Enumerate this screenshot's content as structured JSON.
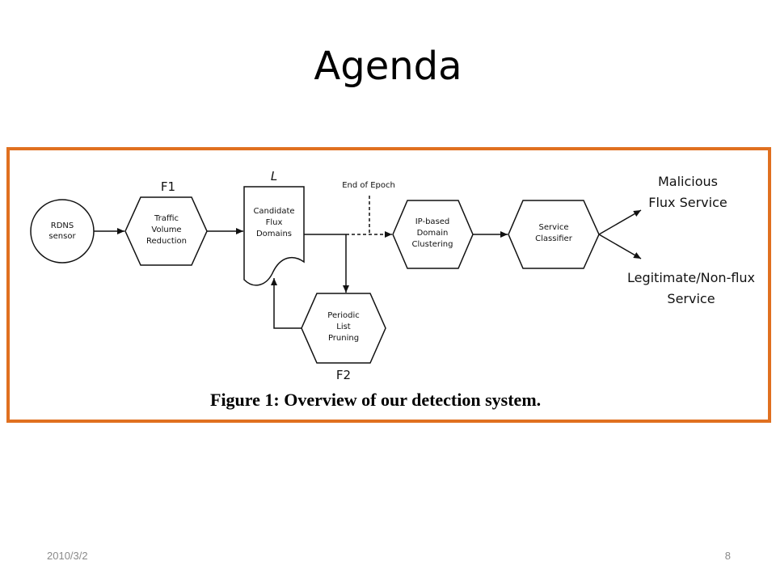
{
  "slide": {
    "title": "Agenda",
    "footer_date": "2010/3/2",
    "page_number": "8"
  },
  "colors": {
    "frame_border": "#e07020",
    "footer_text": "#8a8a8a"
  },
  "diagram": {
    "nodes": {
      "rdns": [
        "RDNS",
        "sensor"
      ],
      "traffic": [
        "Traffic",
        "Volume",
        "Reduction"
      ],
      "candidate": [
        "Candidate",
        "Flux",
        "Domains"
      ],
      "ip_clustering": [
        "IP-based",
        "Domain",
        "Clustering"
      ],
      "classifier": [
        "Service",
        "Classifier"
      ],
      "pruning": [
        "Periodic",
        "List",
        "Pruning"
      ]
    },
    "tags": {
      "f1": "F1",
      "l": "L",
      "f2": "F2",
      "end_of_epoch": "End of Epoch"
    },
    "outputs": {
      "malicious": [
        "Malicious",
        "Flux Service"
      ],
      "legitimate": [
        "Legitimate/Non-flux",
        "Service"
      ]
    },
    "caption": "Figure 1: Overview of our detection system."
  }
}
